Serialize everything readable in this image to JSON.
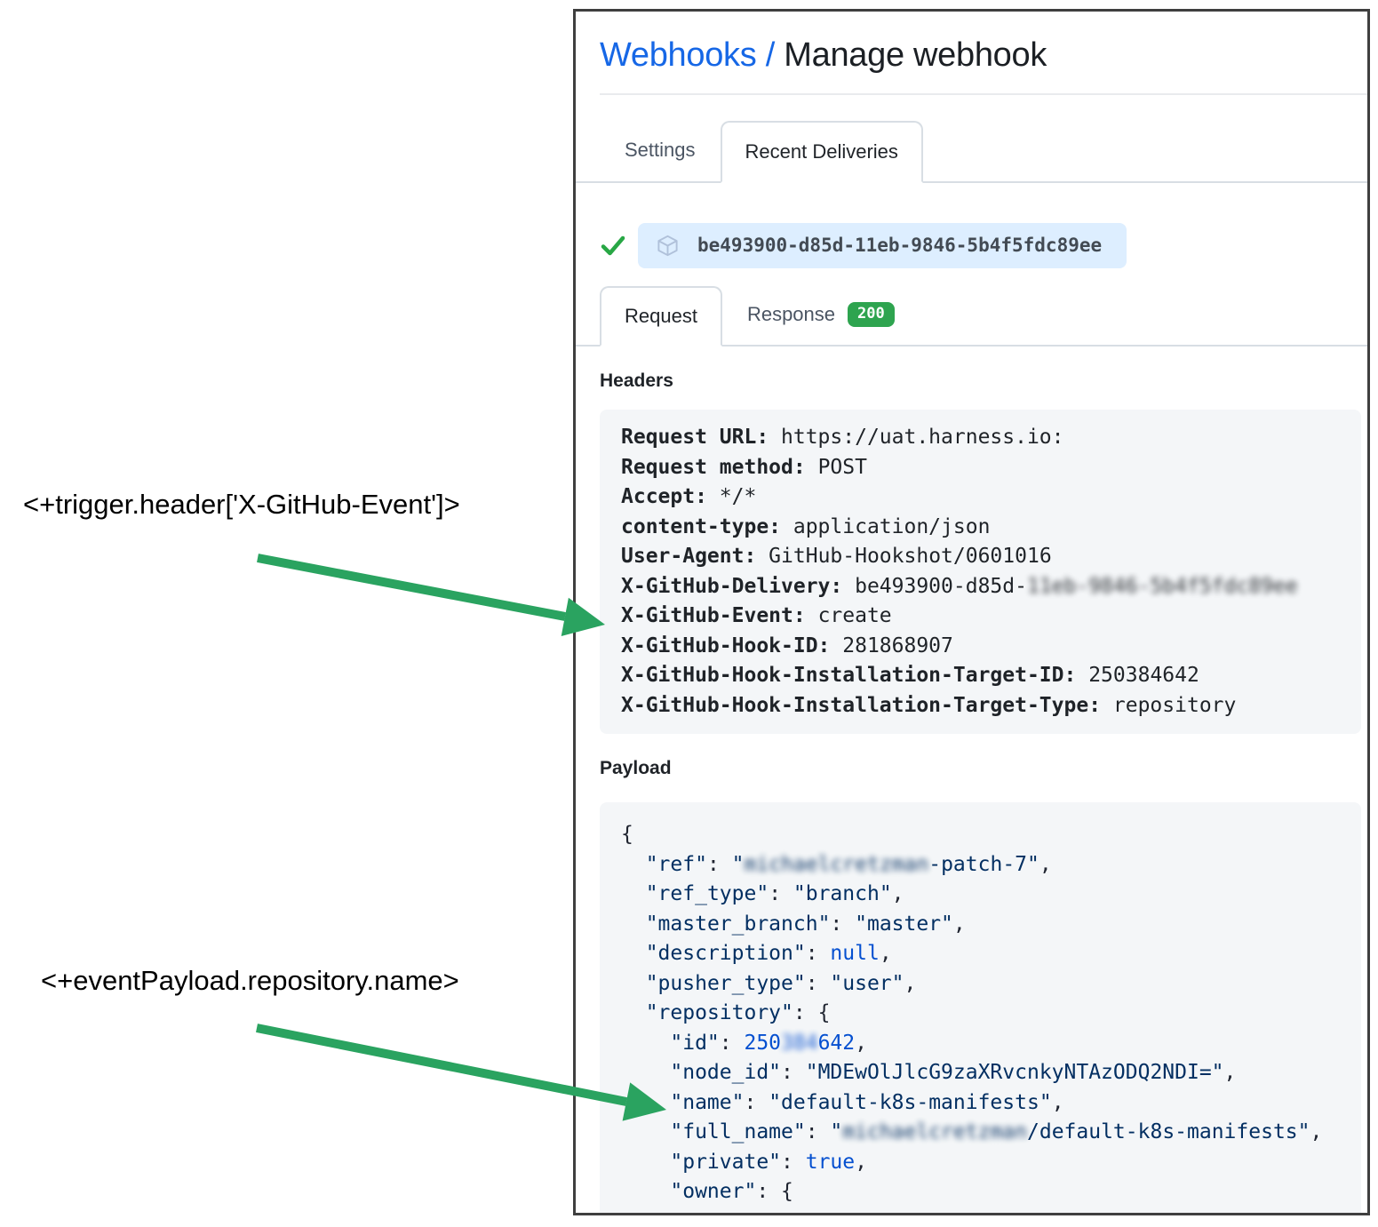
{
  "colors": {
    "arrow_green": "#2aa360",
    "link_blue": "#1667e6",
    "badge_green": "#2ea44f",
    "check_green": "#28a745",
    "pill_blue": "#ddeeff",
    "code_navy": "#032f62",
    "code_blue": "#0550d0"
  },
  "annotations": {
    "trigger_label": "<+trigger.header['X-GitHub-Event']>",
    "payload_label": "<+eventPayload.repository.name>"
  },
  "breadcrumb": {
    "link": "Webhooks",
    "separator": "/",
    "title": "Manage webhook"
  },
  "main_tabs": {
    "settings": "Settings",
    "recent_deliveries": "Recent Deliveries"
  },
  "delivery": {
    "guid": "be493900-d85d-11eb-9846-5b4f5fdc89ee",
    "status": "success"
  },
  "detail_tabs": {
    "request": "Request",
    "response": "Response",
    "response_status": "200"
  },
  "headers_section": {
    "title": "Headers",
    "rows": [
      {
        "label": "Request URL:",
        "segments": [
          {
            "t": " https://uat.harness.io:"
          }
        ]
      },
      {
        "label": "Request method:",
        "segments": [
          {
            "t": " POST"
          }
        ]
      },
      {
        "label": "Accept:",
        "segments": [
          {
            "t": " */*"
          }
        ]
      },
      {
        "label": "content-type:",
        "segments": [
          {
            "t": " application/json"
          }
        ]
      },
      {
        "label": "User-Agent:",
        "segments": [
          {
            "t": " GitHub-Hookshot/0601016"
          }
        ]
      },
      {
        "label": "X-GitHub-Delivery:",
        "segments": [
          {
            "t": " be493900-d85d-"
          },
          {
            "t": "11eb-9846-5b4f5fdc89ee",
            "b": 1
          }
        ]
      },
      {
        "label": "X-GitHub-Event:",
        "segments": [
          {
            "t": " create"
          }
        ]
      },
      {
        "label": "X-GitHub-Hook-ID:",
        "segments": [
          {
            "t": " 281868907"
          }
        ]
      },
      {
        "label": "X-GitHub-Hook-Installation-Target-ID:",
        "segments": [
          {
            "t": " 250384642"
          }
        ]
      },
      {
        "label": "X-GitHub-Hook-Installation-Target-Type:",
        "segments": [
          {
            "t": " repository"
          }
        ]
      }
    ]
  },
  "payload_section": {
    "title": "Payload",
    "lines": [
      [
        {
          "t": "{",
          "c": "p"
        }
      ],
      [
        {
          "t": "  ",
          "c": "p"
        },
        {
          "t": "\"ref\"",
          "c": "k"
        },
        {
          "t": ": ",
          "c": "p"
        },
        {
          "t": "\"",
          "c": "s"
        },
        {
          "t": "michaelcretzman",
          "c": "s",
          "b": 1
        },
        {
          "t": "-patch-7\"",
          "c": "s"
        },
        {
          "t": ",",
          "c": "p"
        }
      ],
      [
        {
          "t": "  ",
          "c": "p"
        },
        {
          "t": "\"ref_type\"",
          "c": "k"
        },
        {
          "t": ": ",
          "c": "p"
        },
        {
          "t": "\"branch\"",
          "c": "s"
        },
        {
          "t": ",",
          "c": "p"
        }
      ],
      [
        {
          "t": "  ",
          "c": "p"
        },
        {
          "t": "\"master_branch\"",
          "c": "k"
        },
        {
          "t": ": ",
          "c": "p"
        },
        {
          "t": "\"master\"",
          "c": "s"
        },
        {
          "t": ",",
          "c": "p"
        }
      ],
      [
        {
          "t": "  ",
          "c": "p"
        },
        {
          "t": "\"description\"",
          "c": "k"
        },
        {
          "t": ": ",
          "c": "p"
        },
        {
          "t": "null",
          "c": "n"
        },
        {
          "t": ",",
          "c": "p"
        }
      ],
      [
        {
          "t": "  ",
          "c": "p"
        },
        {
          "t": "\"pusher_type\"",
          "c": "k"
        },
        {
          "t": ": ",
          "c": "p"
        },
        {
          "t": "\"user\"",
          "c": "s"
        },
        {
          "t": ",",
          "c": "p"
        }
      ],
      [
        {
          "t": "  ",
          "c": "p"
        },
        {
          "t": "\"repository\"",
          "c": "k"
        },
        {
          "t": ": {",
          "c": "p"
        }
      ],
      [
        {
          "t": "    ",
          "c": "p"
        },
        {
          "t": "\"id\"",
          "c": "k"
        },
        {
          "t": ": ",
          "c": "p"
        },
        {
          "t": "250",
          "c": "n"
        },
        {
          "t": "384",
          "c": "n",
          "b": 1
        },
        {
          "t": "642",
          "c": "n"
        },
        {
          "t": ",",
          "c": "p"
        }
      ],
      [
        {
          "t": "    ",
          "c": "p"
        },
        {
          "t": "\"node_id\"",
          "c": "k"
        },
        {
          "t": ": ",
          "c": "p"
        },
        {
          "t": "\"MDEwOlJlcG9zaXRvcnkyNTAzODQ2NDI=\"",
          "c": "s"
        },
        {
          "t": ",",
          "c": "p"
        }
      ],
      [
        {
          "t": "    ",
          "c": "p"
        },
        {
          "t": "\"name\"",
          "c": "k"
        },
        {
          "t": ": ",
          "c": "p"
        },
        {
          "t": "\"default-k8s-manifests\"",
          "c": "s"
        },
        {
          "t": ",",
          "c": "p"
        }
      ],
      [
        {
          "t": "    ",
          "c": "p"
        },
        {
          "t": "\"full_name\"",
          "c": "k"
        },
        {
          "t": ": ",
          "c": "p"
        },
        {
          "t": "\"",
          "c": "s"
        },
        {
          "t": "michaelcretzman",
          "c": "s",
          "b": 1
        },
        {
          "t": "/default-k8s-manifests\"",
          "c": "s"
        },
        {
          "t": ",",
          "c": "p"
        }
      ],
      [
        {
          "t": "    ",
          "c": "p"
        },
        {
          "t": "\"private\"",
          "c": "k"
        },
        {
          "t": ": ",
          "c": "p"
        },
        {
          "t": "true",
          "c": "n"
        },
        {
          "t": ",",
          "c": "p"
        }
      ],
      [
        {
          "t": "    ",
          "c": "p"
        },
        {
          "t": "\"owner\"",
          "c": "k"
        },
        {
          "t": ": {",
          "c": "p"
        }
      ]
    ]
  }
}
